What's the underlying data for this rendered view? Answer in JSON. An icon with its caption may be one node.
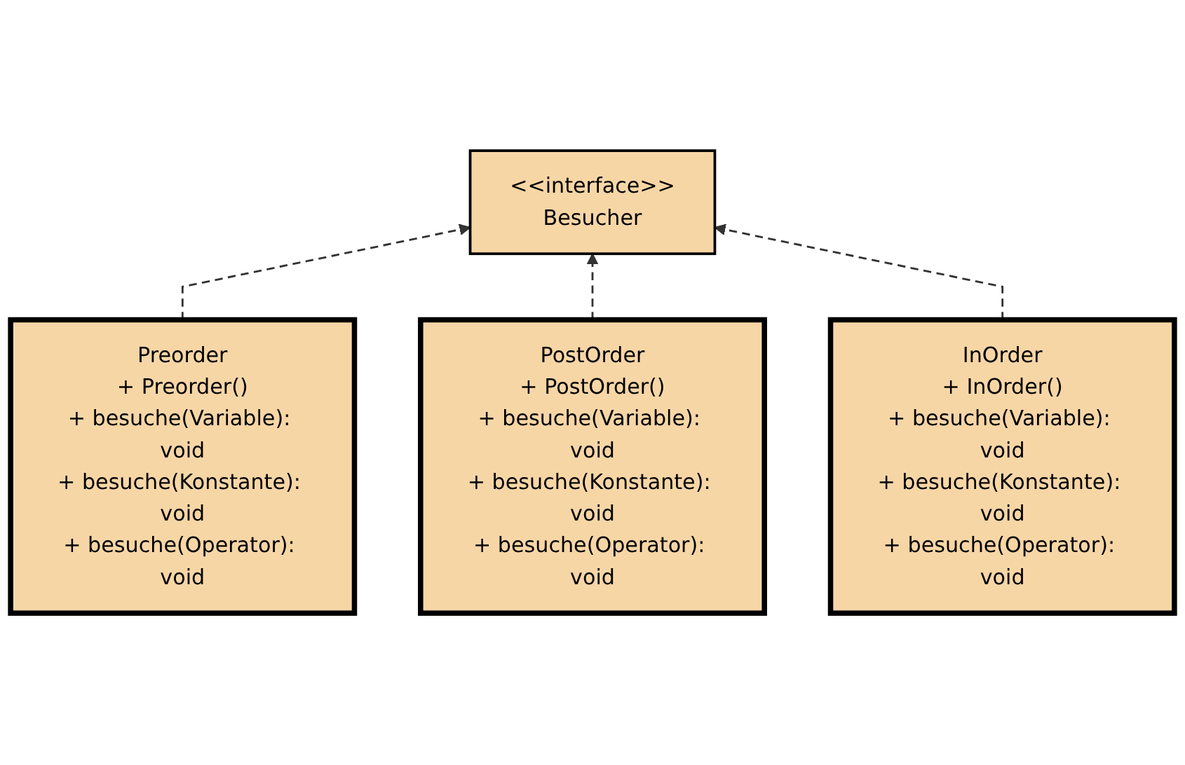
{
  "diagram": {
    "nodes": [
      {
        "text": [
          "<<interface>>",
          "Besucher"
        ]
      },
      {
        "text": [
          "Preorder",
          "+ Preorder()",
          "+ besuche(Variable): void",
          "+ besuche(Konstante): void",
          "+ besuche(Operator): void"
        ]
      },
      {
        "text": [
          "PostOrder",
          "+ PostOrder()",
          "+ besuche(Variable): void",
          "+ besuche(Konstante): void",
          "+ besuche(Operator): void"
        ]
      },
      {
        "text": [
          "InOrder",
          "+ InOrder()",
          "+ besuche(Variable): void",
          "+ besuche(Konstante): void",
          "+ besuche(Operator): void"
        ]
      }
    ],
    "edges": [
      {
        "from": 1,
        "to": 0,
        "arrow": "to",
        "style": "dashed"
      },
      {
        "from": 2,
        "to": 0,
        "arrow": "to",
        "style": "dashed"
      },
      {
        "from": 3,
        "to": 0,
        "arrow": "to",
        "style": "dashed"
      }
    ]
  }
}
